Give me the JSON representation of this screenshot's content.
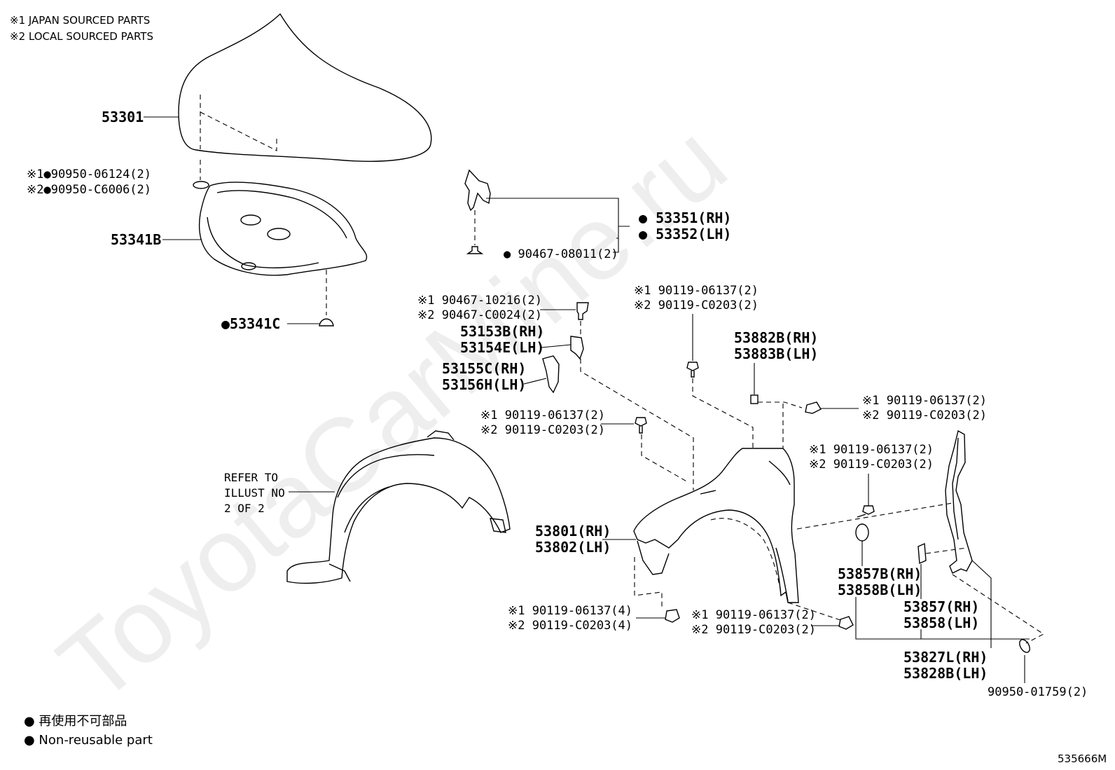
{
  "notes": {
    "note1": "※1 JAPAN SOURCED PARTS",
    "note2": "※2 LOCAL SOURCED PARTS"
  },
  "watermark": "ToyotaCarMine.ru",
  "labels": {
    "p53301": "53301",
    "hood_clip1": "※1●90950-06124(2)",
    "hood_clip2": "※2●90950-C6006(2)",
    "p53341B": "53341B",
    "p53341C": "●53341C",
    "p53351": "● 53351(RH)",
    "p53352": "● 53352(LH)",
    "rivet90467": "● 90467-08011(2)",
    "clipA1": "※1 90467-10216(2)",
    "clipA2": "※2 90467-C0024(2)",
    "p53153B": "53153B(RH)",
    "p53154E": "53154E(LH)",
    "p53155C": "53155C(RH)",
    "p53156H": "53156H(LH)",
    "boltB1": "※1 90119-06137(2)",
    "boltB2": "※2 90119-C0203(2)",
    "p53882B": "53882B(RH)",
    "p53883B": "53883B(LH)",
    "boltC1": "※1 90119-06137(2)",
    "boltC2": "※2 90119-C0203(2)",
    "boltD1": "※1 90119-06137(2)",
    "boltD2": "※2 90119-C0203(2)",
    "boltE1": "※1 90119-06137(2)",
    "boltE2": "※2 90119-C0203(2)",
    "refer1": "REFER TO",
    "refer2": "ILLUST NO",
    "refer3": "2 OF 2",
    "p53801": "53801(RH)",
    "p53802": "53802(LH)",
    "p53857B": "53857B(RH)",
    "p53858B": "53858B(LH)",
    "p53857": "53857(RH)",
    "p53858": "53858(LH)",
    "p53827L": "53827L(RH)",
    "p53828B": "53828B(LH)",
    "boltF1": "※1 90119-06137(4)",
    "boltF2": "※2 90119-C0203(4)",
    "boltG1": "※1 90119-06137(2)",
    "boltG2": "※2 90119-C0203(2)",
    "clip90950": "90950-01759(2)"
  },
  "legend": {
    "jp": "● 再使用不可部品",
    "en": "● Non-reusable part"
  },
  "diagram_id": "535666M"
}
